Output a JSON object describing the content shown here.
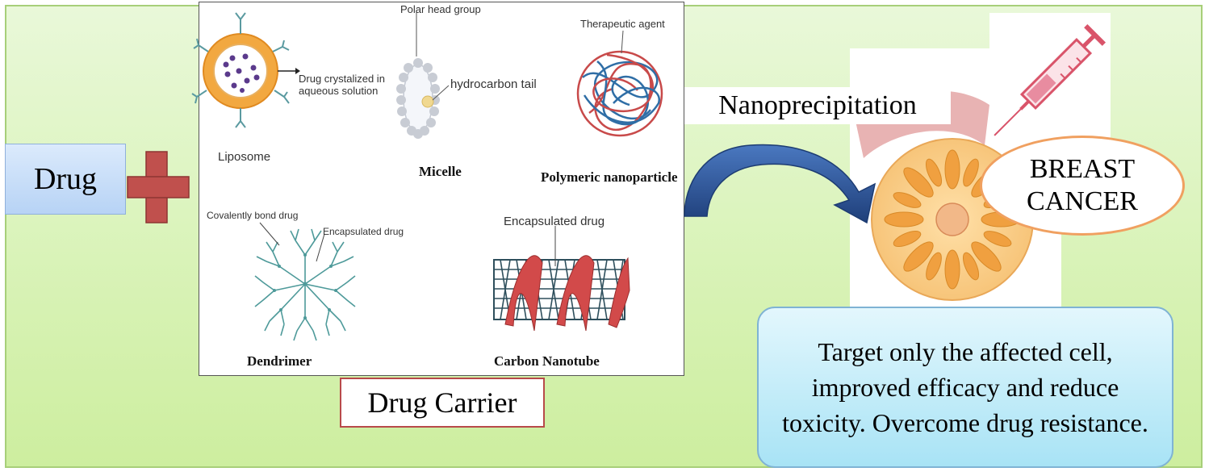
{
  "drug": {
    "label": "Drug"
  },
  "carriers": {
    "liposome": {
      "name": "Liposome",
      "annotation": "Drug crystalized in\naqueous solution"
    },
    "micelle": {
      "name": "Micelle",
      "head": "Polar head group",
      "tail": "hydrocarbon tail"
    },
    "polymeric": {
      "name": "Polymeric nanoparticle",
      "agent": "Therapeutic agent"
    },
    "dendrimer": {
      "name": "Dendrimer",
      "covalent": "Covalently bond drug",
      "encapsulated": "Encapsulated drug"
    },
    "nanotube": {
      "name": "Carbon Nanotube",
      "encapsulated": "Encapsulated drug"
    }
  },
  "carrier_label": "Drug Carrier",
  "process_label": "Nanoprecipitation",
  "target": {
    "line1": "BREAST",
    "line2": "CANCER"
  },
  "result_text": "Target only the affected cell, improved efficacy and reduce toxicity. Overcome drug resistance.",
  "colors": {
    "background": "#d9f3b8",
    "plus": "#c0504d",
    "arrow": "#2e5597",
    "liposome": "#f2a840",
    "tissue": "#f0a040",
    "syringe": "#d9546a",
    "result_box": "#a8e3f5"
  }
}
